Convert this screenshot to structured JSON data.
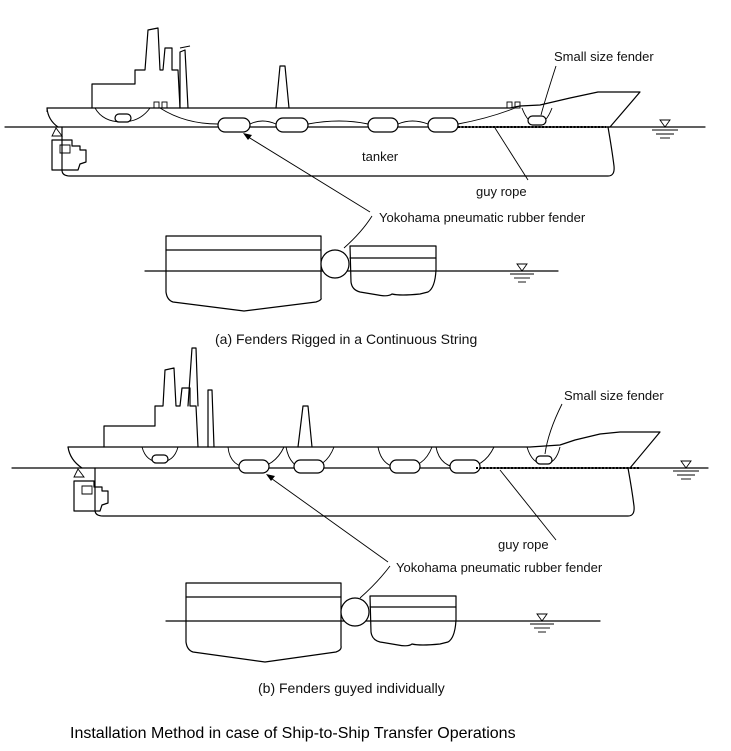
{
  "diagram_a": {
    "label_small_fender": "Small size fender",
    "label_tanker": "tanker",
    "label_guy_rope": "guy rope",
    "label_fender": "Yokohama pneumatic rubber fender",
    "caption": "(a) Fenders Rigged in a Continuous String"
  },
  "diagram_b": {
    "label_small_fender": "Small size fender",
    "label_guy_rope": "guy rope",
    "label_fender": "Yokohama pneumatic rubber fender",
    "caption": "(b) Fenders guyed individually"
  },
  "title": "Installation Method in case of Ship-to-Ship Transfer Operations",
  "colors": {
    "line": "#000000",
    "background": "#ffffff"
  }
}
